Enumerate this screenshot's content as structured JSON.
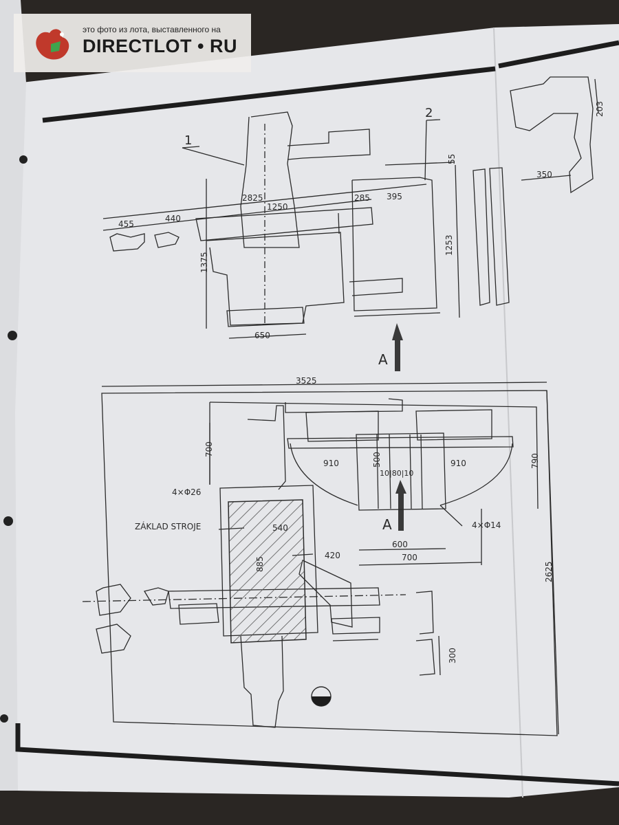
{
  "watermark": {
    "note": "это фото из лота, выставленного на",
    "brand": "DIRECTLOT • RU"
  },
  "colors": {
    "paper": "#e6e7ea",
    "ink": "#2b2b2b",
    "hatch": "#555555",
    "background": "#2a2623"
  },
  "drawing": {
    "callouts": {
      "one": "1",
      "two": "2"
    },
    "view_arrow_label": "A",
    "view_arrow_label_2": "A",
    "foundation_label": "ZÁKLAD STROJE",
    "holes_large": "4×Φ26",
    "holes_small": "4×Φ14",
    "dims_top": {
      "d2825": "2825",
      "d1250": "1250",
      "d455": "455",
      "d440": "440",
      "d285": "285",
      "d395": "395",
      "d55": "55",
      "d1253": "1253",
      "d1375": "1375",
      "d650": "650"
    },
    "dims_side": {
      "d203": "203",
      "d350": "350"
    },
    "dims_plan": {
      "d3525": "3525",
      "d700_v": "700",
      "d910_l": "910",
      "d910_r": "910",
      "d500": "500",
      "d10_80_10": "10|80|10",
      "d790": "790",
      "d540": "540",
      "d885": "885",
      "d420": "420",
      "d600": "600",
      "d700_h": "700",
      "d2625": "2625",
      "d300": "300"
    }
  }
}
